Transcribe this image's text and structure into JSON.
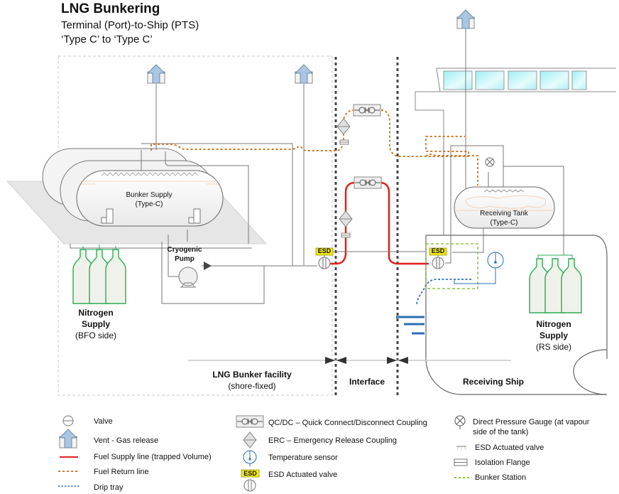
{
  "header": {
    "title": "LNG Bunkering",
    "subtitle_1": "Terminal (Port)-to-Ship (PTS)",
    "subtitle_2": "‘Type C’ to ‘Type C’"
  },
  "components": {
    "bunker_tank": {
      "line1": "Bunker Supply",
      "line2": "(Type-C)"
    },
    "pump": {
      "line1": "Cryogenic",
      "line2": "Pump"
    },
    "receiving_tank": {
      "line1": "Receiving Tank",
      "line2": "(Type-C)"
    },
    "nitrogen_bfo": {
      "line1": "Nitrogen",
      "line2": "Supply",
      "line3": "(BFO side)"
    },
    "nitrogen_rs": {
      "line1": "Nitrogen",
      "line2": "Supply",
      "line3": "(RS side)"
    },
    "esd_tag": "ESD"
  },
  "zones": {
    "bunker_facility": {
      "line1": "LNG Bunker facility",
      "line2": "(shore-fixed)"
    },
    "interface": "Interface",
    "receiving_ship": "Receiving Ship"
  },
  "colors": {
    "fuel_supply": "#e0201c",
    "fuel_return": "#d07a2a",
    "drip_tray": "#2a6fb0",
    "bunker_station": "#8cc63f",
    "nitrogen": "#2eaa55",
    "esd_fill": "#f2ea1a",
    "vent_fill": "#a9c7e3",
    "window_fill": "#bff3f7"
  },
  "legend": {
    "col1": [
      {
        "icon": "valve-icon",
        "label": "Valve"
      },
      {
        "icon": "vent-icon",
        "label": "Vent - Gas release"
      },
      {
        "icon": "fuel-supply-line-icon",
        "label": "Fuel Supply line (trapped Volume)"
      },
      {
        "icon": "fuel-return-line-icon",
        "label": "Fuel Return line"
      },
      {
        "icon": "drip-tray-line-icon",
        "label": "Drip tray"
      }
    ],
    "col2": [
      {
        "icon": "qcdc-coupling-icon",
        "label": "QC/DC – Quick Connect/Disconnect Coupling"
      },
      {
        "icon": "erc-coupling-icon",
        "label": "ERC – Emergency Release Coupling"
      },
      {
        "icon": "temperature-sensor-icon",
        "label": "Temperature sensor"
      },
      {
        "icon": "esd-valve-icon",
        "label": "ESD Actuated valve"
      }
    ],
    "col3": [
      {
        "icon": "pressure-gauge-icon",
        "label": "Direct Pressure Gauge (at vapour side of the tank)"
      },
      {
        "icon": "spray-valve-icon",
        "label": "ESD Actuated valve"
      },
      {
        "icon": "isolation-flange-icon",
        "label": "Isolation Flange"
      },
      {
        "icon": "bunker-station-line-icon",
        "label": "Bunker Station"
      }
    ]
  }
}
